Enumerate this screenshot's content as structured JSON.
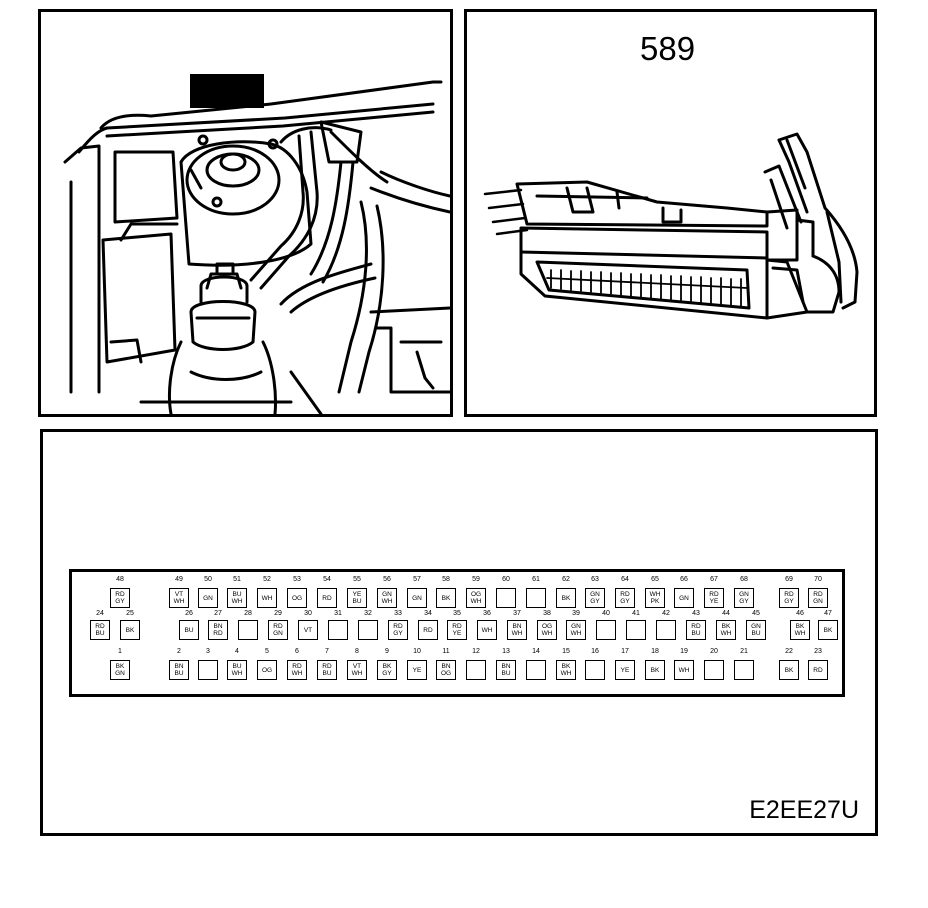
{
  "connector": {
    "ref_number": "589",
    "diagram_code": "E2EE27U"
  },
  "pinout": {
    "top_row": [
      {
        "pin": "48",
        "colors": [
          "RD",
          "GY"
        ]
      },
      {
        "pin": "49",
        "colors": [
          "VT",
          "WH"
        ]
      },
      {
        "pin": "50",
        "colors": [
          "GN"
        ]
      },
      {
        "pin": "51",
        "colors": [
          "BU",
          "WH"
        ]
      },
      {
        "pin": "52",
        "colors": [
          "WH"
        ]
      },
      {
        "pin": "53",
        "colors": [
          "OG"
        ]
      },
      {
        "pin": "54",
        "colors": [
          "RD"
        ]
      },
      {
        "pin": "55",
        "colors": [
          "YE",
          "BU"
        ]
      },
      {
        "pin": "56",
        "colors": [
          "GN",
          "WH"
        ]
      },
      {
        "pin": "57",
        "colors": [
          "GN"
        ]
      },
      {
        "pin": "58",
        "colors": [
          "BK"
        ]
      },
      {
        "pin": "59",
        "colors": [
          "OG",
          "WH"
        ]
      },
      {
        "pin": "60",
        "colors": []
      },
      {
        "pin": "61",
        "colors": []
      },
      {
        "pin": "62",
        "colors": [
          "BK"
        ]
      },
      {
        "pin": "63",
        "colors": [
          "GN",
          "GY"
        ]
      },
      {
        "pin": "64",
        "colors": [
          "RD",
          "GY"
        ]
      },
      {
        "pin": "65",
        "colors": [
          "WH",
          "PK"
        ]
      },
      {
        "pin": "66",
        "colors": [
          "GN"
        ]
      },
      {
        "pin": "67",
        "colors": [
          "RD",
          "YE"
        ]
      },
      {
        "pin": "68",
        "colors": [
          "GN",
          "GY"
        ]
      },
      {
        "pin": "69",
        "colors": [
          "RD",
          "GY"
        ]
      },
      {
        "pin": "70",
        "colors": [
          "RD",
          "GN"
        ]
      }
    ],
    "middle_row": [
      {
        "pin": "24",
        "colors": [
          "RD",
          "BU"
        ]
      },
      {
        "pin": "25",
        "colors": [
          "BK"
        ]
      },
      {
        "pin": "26",
        "colors": [
          "BU"
        ]
      },
      {
        "pin": "27",
        "colors": [
          "BN",
          "RD"
        ]
      },
      {
        "pin": "28",
        "colors": []
      },
      {
        "pin": "29",
        "colors": [
          "RD",
          "GN"
        ]
      },
      {
        "pin": "30",
        "colors": [
          "VT"
        ]
      },
      {
        "pin": "31",
        "colors": []
      },
      {
        "pin": "32",
        "colors": []
      },
      {
        "pin": "33",
        "colors": [
          "RD",
          "GY"
        ]
      },
      {
        "pin": "34",
        "colors": [
          "RD"
        ]
      },
      {
        "pin": "35",
        "colors": [
          "RD",
          "YE"
        ]
      },
      {
        "pin": "36",
        "colors": [
          "WH"
        ]
      },
      {
        "pin": "37",
        "colors": [
          "BN",
          "WH"
        ]
      },
      {
        "pin": "38",
        "colors": [
          "OG",
          "WH"
        ]
      },
      {
        "pin": "39",
        "colors": [
          "GN",
          "WH"
        ]
      },
      {
        "pin": "40",
        "colors": []
      },
      {
        "pin": "41",
        "colors": []
      },
      {
        "pin": "42",
        "colors": []
      },
      {
        "pin": "43",
        "colors": [
          "RD",
          "BU"
        ]
      },
      {
        "pin": "44",
        "colors": [
          "BK",
          "WH"
        ]
      },
      {
        "pin": "45",
        "colors": [
          "GN",
          "BU"
        ]
      },
      {
        "pin": "46",
        "colors": [
          "BK",
          "WH"
        ]
      },
      {
        "pin": "47",
        "colors": [
          "BK"
        ]
      }
    ],
    "bottom_row": [
      {
        "pin": "1",
        "colors": [
          "BK",
          "GN"
        ]
      },
      {
        "pin": "2",
        "colors": [
          "BN",
          "BU"
        ]
      },
      {
        "pin": "3",
        "colors": []
      },
      {
        "pin": "4",
        "colors": [
          "BU",
          "WH"
        ]
      },
      {
        "pin": "5",
        "colors": [
          "OG"
        ]
      },
      {
        "pin": "6",
        "colors": [
          "RD",
          "WH"
        ]
      },
      {
        "pin": "7",
        "colors": [
          "RD",
          "BU"
        ]
      },
      {
        "pin": "8",
        "colors": [
          "VT",
          "WH"
        ]
      },
      {
        "pin": "9",
        "colors": [
          "BK",
          "GY"
        ]
      },
      {
        "pin": "10",
        "colors": [
          "YE"
        ]
      },
      {
        "pin": "11",
        "colors": [
          "BN",
          "OG"
        ]
      },
      {
        "pin": "12",
        "colors": []
      },
      {
        "pin": "13",
        "colors": [
          "BN",
          "BU"
        ]
      },
      {
        "pin": "14",
        "colors": []
      },
      {
        "pin": "15",
        "colors": [
          "BK",
          "WH"
        ]
      },
      {
        "pin": "16",
        "colors": []
      },
      {
        "pin": "17",
        "colors": [
          "YE"
        ]
      },
      {
        "pin": "18",
        "colors": [
          "BK"
        ]
      },
      {
        "pin": "19",
        "colors": [
          "WH"
        ]
      },
      {
        "pin": "20",
        "colors": []
      },
      {
        "pin": "21",
        "colors": []
      },
      {
        "pin": "22",
        "colors": [
          "BK"
        ]
      },
      {
        "pin": "23",
        "colors": [
          "RD"
        ]
      }
    ]
  }
}
